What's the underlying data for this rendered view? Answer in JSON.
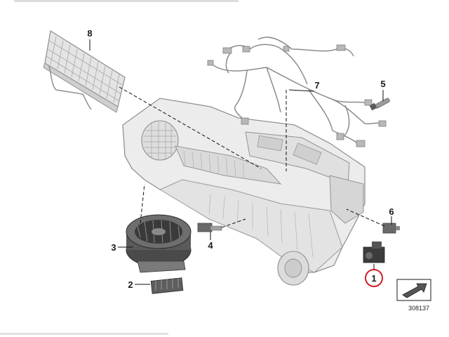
{
  "diagram": {
    "callouts": [
      {
        "id": "1",
        "label": "1",
        "highlighted": true
      },
      {
        "id": "2",
        "label": "2"
      },
      {
        "id": "3",
        "label": "3"
      },
      {
        "id": "4",
        "label": "4"
      },
      {
        "id": "5",
        "label": "5"
      },
      {
        "id": "6",
        "label": "6"
      },
      {
        "id": "7",
        "label": "7"
      },
      {
        "id": "8",
        "label": "8"
      }
    ],
    "reference_number": "308137",
    "colors": {
      "part_fill": "#e9e9e9",
      "part_stroke": "#8f8f8f",
      "dark_part": "#3c3c3c",
      "leader": "#111111",
      "highlight_ring": "#d0202a"
    }
  }
}
